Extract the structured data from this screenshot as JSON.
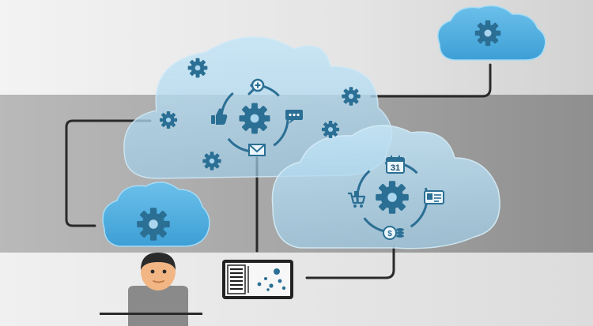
{
  "calendar": {
    "day": "31"
  },
  "colors": {
    "gear": "#2b6f94",
    "cloud_fill": "#a9d5ee",
    "small_cloud_fill": "#4aa8dc",
    "connector": "#2a2a2a",
    "band_dark": "#9a9a9a",
    "band_light": "#eeeeee"
  },
  "icons": [
    "gear-icon",
    "magnifier-plus-icon",
    "thumbs-up-icon",
    "chat-bubble-icon",
    "envelope-icon",
    "calendar-icon",
    "shopping-cart-icon",
    "id-card-icon",
    "dollar-coins-icon",
    "user-avatar",
    "tablet-dashboard"
  ]
}
